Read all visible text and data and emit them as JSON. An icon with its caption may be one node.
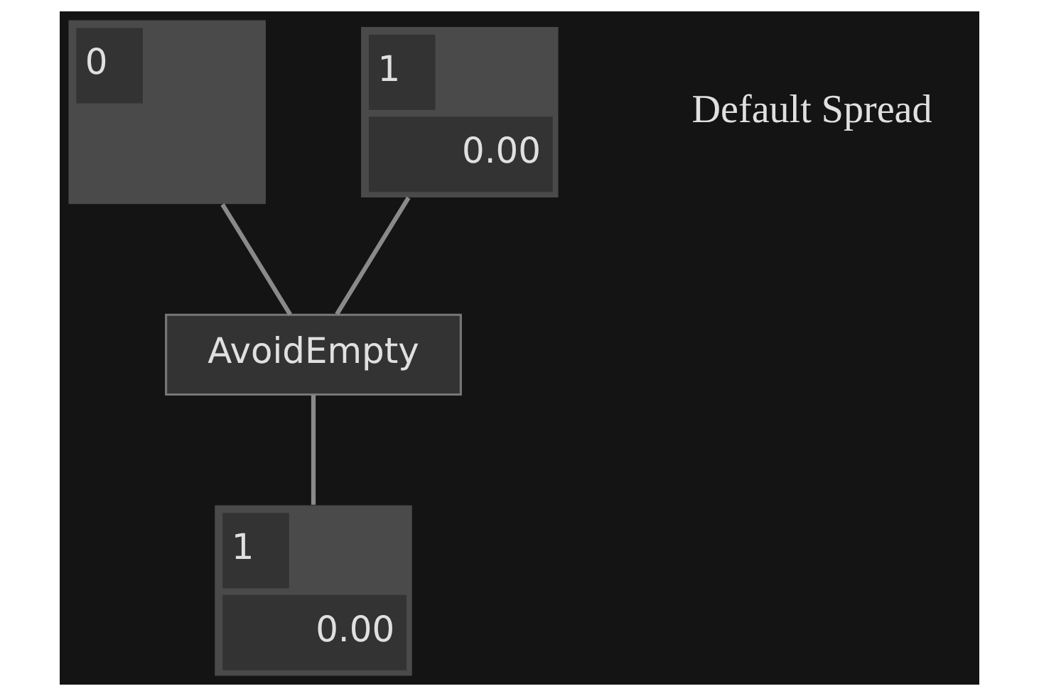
{
  "diagram": {
    "nodes": [
      {
        "text": [
          "0"
        ]
      },
      {
        "text": [
          "1",
          "0.00"
        ],
        "beside": [
          "Default Spread"
        ]
      },
      {
        "text": [
          "AvoidEmpty"
        ]
      },
      {
        "text": [
          "1",
          "0.00"
        ]
      }
    ],
    "edges": [
      {
        "from": 0,
        "to": 2,
        "arrow": "none"
      },
      {
        "from": 1,
        "to": 2,
        "arrow": "none"
      },
      {
        "from": 2,
        "to": 3,
        "arrow": "none"
      }
    ]
  }
}
